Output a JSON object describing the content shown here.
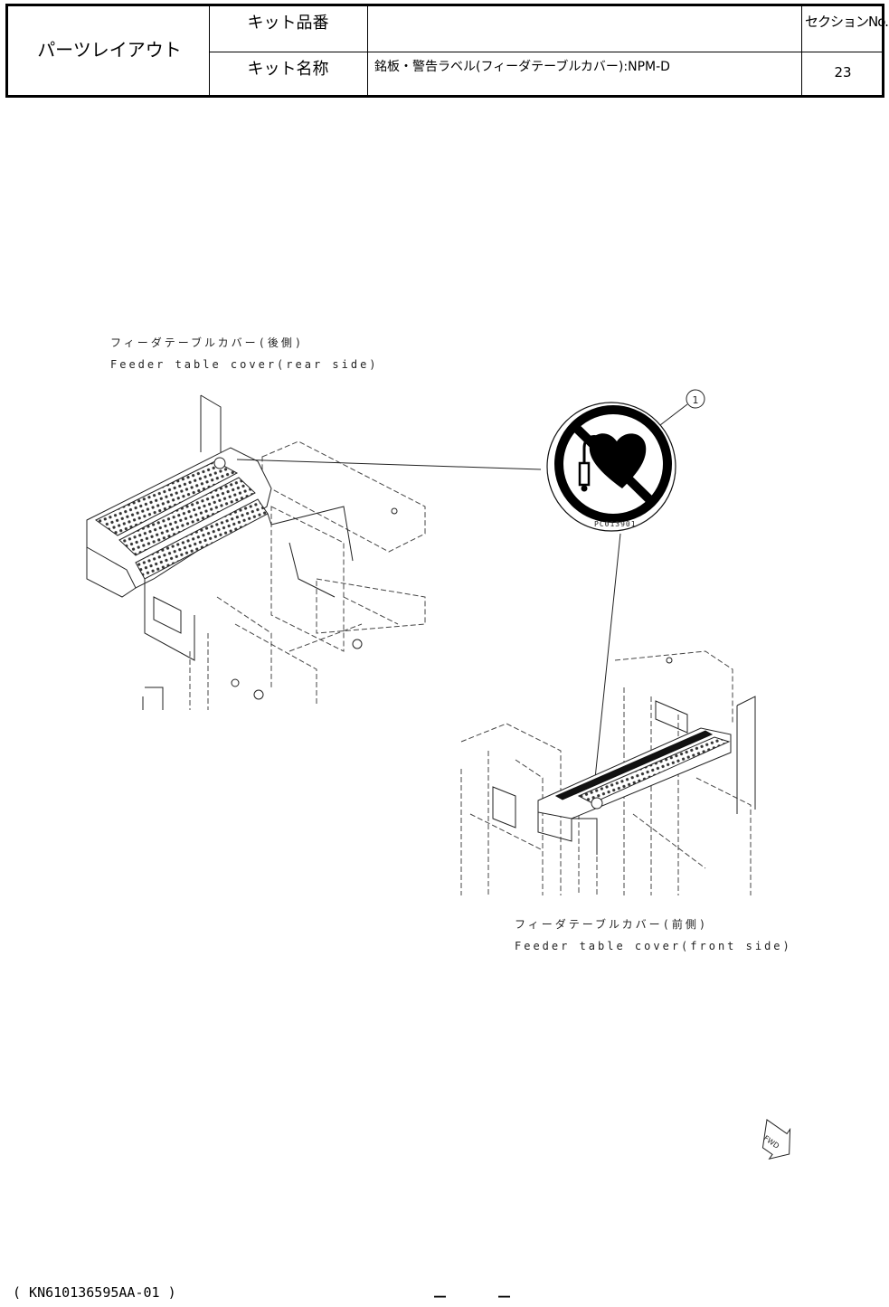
{
  "header": {
    "title": "パーツレイアウト",
    "kit_number_label": "キット品番",
    "kit_number_value": "",
    "kit_name_label": "キット名称",
    "kit_name_value": "銘板・警告ラベル(フィーダテーブルカバー):NPM-D",
    "section_label": "セクションNo.",
    "section_value": "23"
  },
  "captions": {
    "rear_jp": "フィーダテーブルカバー(後側)",
    "rear_en": "Feeder table cover(rear side)",
    "front_jp": "フィーダテーブルカバー(前側)",
    "front_en": "Feeder table cover(front side)"
  },
  "label": {
    "callout_number": "1",
    "part_code": "PC013901",
    "icon": "no-pacemaker-prohibition-icon"
  },
  "fwd_marker": "FWD",
  "footer": {
    "document_code": "( KN610136595AA-01 )",
    "page_dash_left": "－",
    "page_dash_right": "－"
  }
}
